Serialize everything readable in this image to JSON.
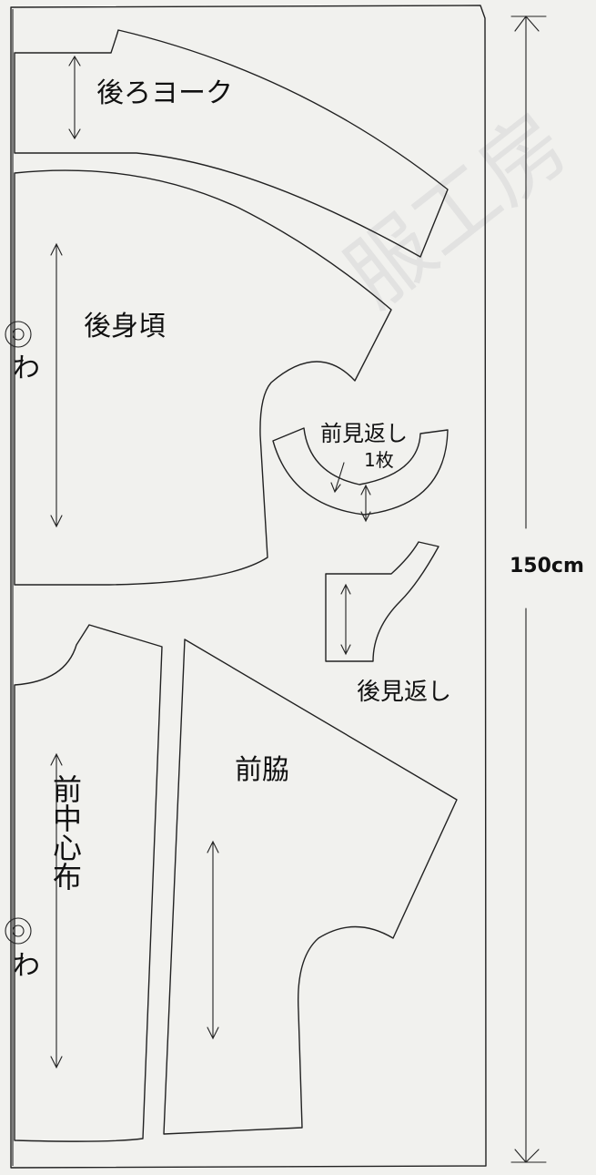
{
  "labels": {
    "back_yoke": "後ろヨーク",
    "back_body": "後身頃",
    "fold_top": "わ",
    "front_facing_line1": "前見返し",
    "front_facing_line2": "1枚",
    "back_facing": "後見返し",
    "front_center": "前中心布",
    "front_side": "前脇",
    "fold_bottom": "わ",
    "fabric_width": "150cm"
  },
  "watermark": "服工房"
}
